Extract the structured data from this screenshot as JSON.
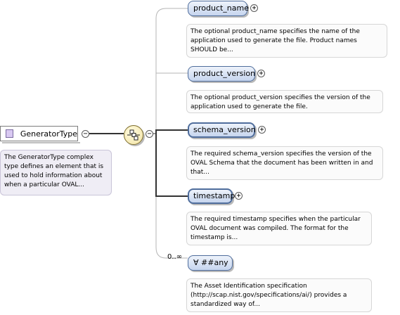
{
  "root_type": {
    "name": "GeneratorType",
    "toggle": "−",
    "doc": "The GeneratorType complex\ntype defines an element that is\nused to hold information about\nwhen a particular OVAL..."
  },
  "sequence": {
    "toggle": "−"
  },
  "elements": [
    {
      "name": "product_name",
      "toggle": "+",
      "doc": "The optional product_name specifies the name of the\napplication used to generate the file. Product names\nSHOULD be..."
    },
    {
      "name": "product_version",
      "toggle": "+",
      "doc": "The optional product_version specifies the version of the\napplication used to generate the file."
    },
    {
      "name": "schema_version",
      "toggle": "+",
      "doc": "The required schema_version specifies the version of the\nOVAL Schema that the document has been written in and\nthat..."
    },
    {
      "name": "timestamp",
      "toggle": "+",
      "doc": "The required timestamp specifies when the particular\nOVAL document was compiled. The format for the\ntimestamp is..."
    },
    {
      "name": "∀ ##any",
      "occurs": "0..∞",
      "doc": "The Asset Identification specification\n(http://scap.nist.gov/specifications/ai/) provides a\nstandardized way of..."
    }
  ]
}
